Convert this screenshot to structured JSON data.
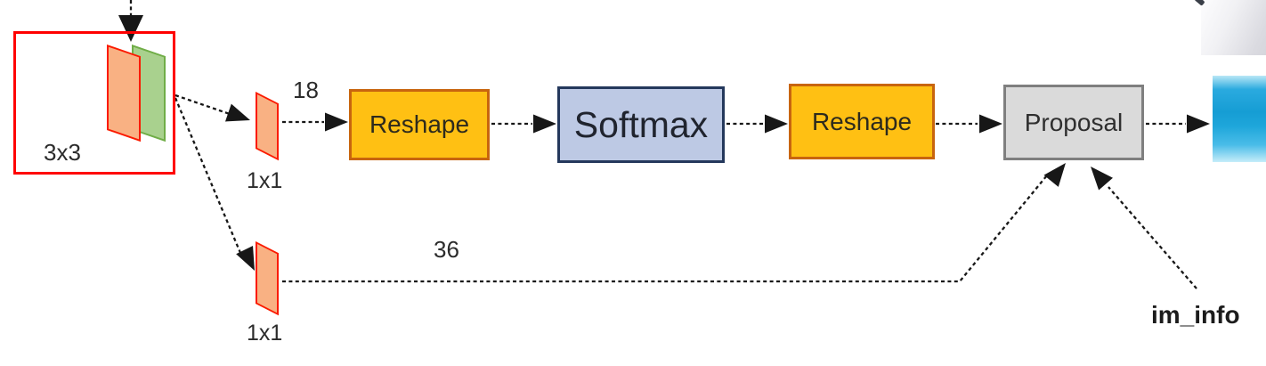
{
  "labels": {
    "kernel_3x3": "3x3",
    "kernel_1x1_cls": "1x1",
    "kernel_1x1_reg": "1x1",
    "channels_cls": "18",
    "channels_reg": "36",
    "im_info": "im_info"
  },
  "nodes": {
    "reshape1": "Reshape",
    "softmax": "Softmax",
    "reshape2": "Reshape",
    "proposal": "Proposal"
  },
  "colors": {
    "conv_plane_fill": "#F9B183",
    "conv_plane_border": "#FB1A00",
    "green_plane_fill": "#A9D18E",
    "green_plane_border": "#70AD47",
    "reshape_fill": "#FFC013",
    "reshape_border": "#C8650E",
    "softmax_fill": "#BDC9E4",
    "softmax_border": "#24385C",
    "proposal_fill": "#DADADA",
    "proposal_border": "#7F7F7F",
    "highlight_frame": "#FF0000",
    "output_feature_blue": "#169DD4",
    "connector": "#171717"
  }
}
